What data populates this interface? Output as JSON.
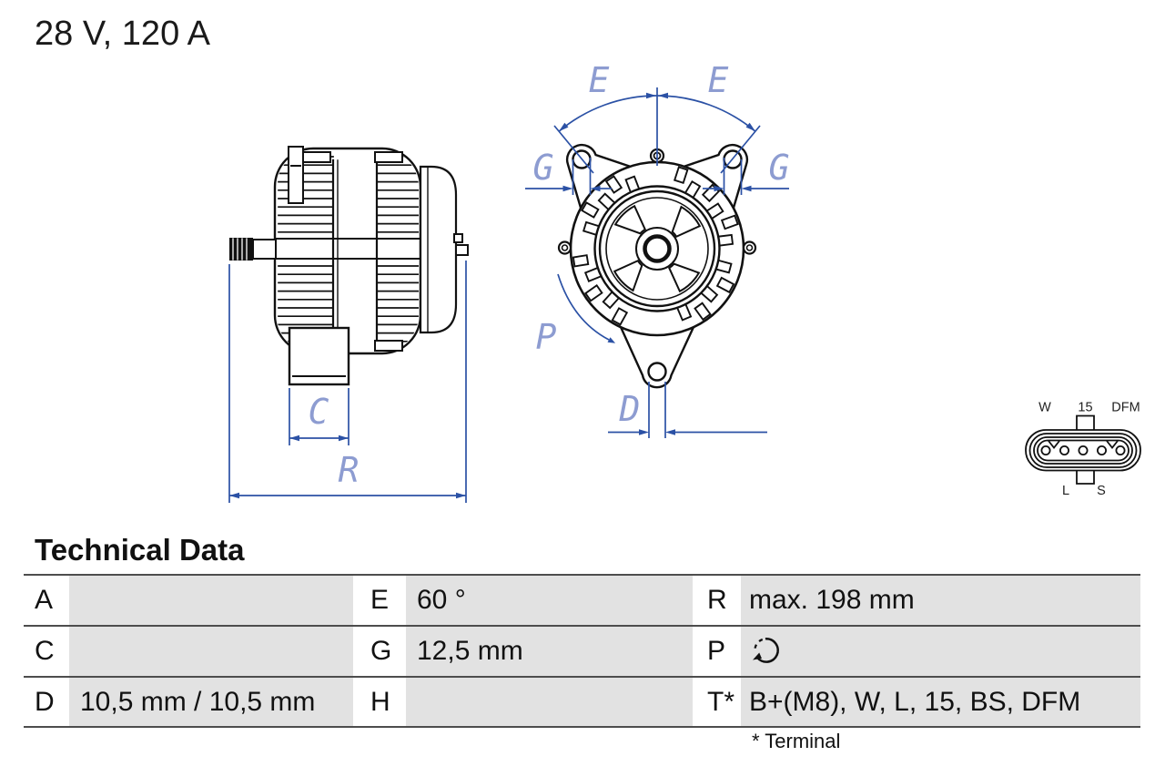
{
  "header": {
    "rating": "28 V, 120 A"
  },
  "diagram": {
    "dimension_labels": {
      "C": "C",
      "R": "R",
      "E_left": "E",
      "E_right": "E",
      "G_left": "G",
      "G_right": "G",
      "P": "P",
      "D": "D"
    },
    "connector": {
      "pin_labels_top": [
        "W",
        "15",
        "DFM"
      ],
      "pin_labels_bottom": [
        "L",
        "S"
      ],
      "pin_count": 5
    },
    "colors": {
      "drawing_line": "#111111",
      "dimension_line": "#2b51a5",
      "dimension_label": "#8d9cd1",
      "table_cell_gray": "#e2e2e2"
    }
  },
  "table": {
    "title": "Technical Data",
    "rows": [
      [
        {
          "label": "A",
          "value": ""
        },
        {
          "label": "E",
          "value": "60 °"
        },
        {
          "label": "R",
          "value": "max. 198 mm"
        }
      ],
      [
        {
          "label": "C",
          "value": ""
        },
        {
          "label": "G",
          "value": "12,5 mm"
        },
        {
          "label": "P",
          "value": "",
          "icon": "rotation-direction-icon"
        }
      ],
      [
        {
          "label": "D",
          "value": "10,5 mm / 10,5 mm"
        },
        {
          "label": "H",
          "value": ""
        },
        {
          "label": "T*",
          "value": "B+(M8), W, L, 15, BS, DFM"
        }
      ]
    ],
    "footnote": "* Terminal"
  }
}
